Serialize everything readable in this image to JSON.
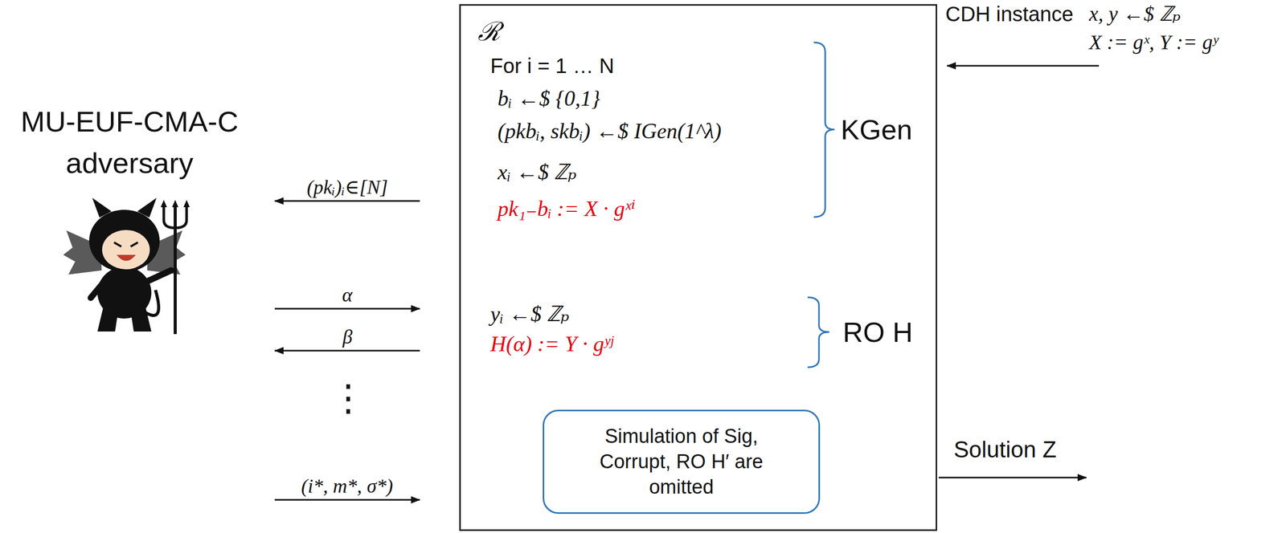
{
  "diagram": {
    "nodes": [
      {
        "text": [
          "MU-EUF-CMA-C adversary"
        ]
      },
      {
        "text": [
          "ℛ",
          "For i = 1 … N",
          "bᵢ ←$ {0,1}",
          "(pkbᵢ, skbᵢ) ←$ IGen(1^λ)",
          "xᵢ ←$ ℤₚ",
          "pk₁₋bᵢ := X · gˣⁱ",
          "KGen",
          "yᵢ ←$ ℤₚ",
          "H(α) := Y · gʸʲ",
          "RO H"
        ]
      },
      {
        "text": [
          "Simulation of Sig, Corrupt, RO H′ are omitted"
        ],
        "in": 1
      },
      {
        "text": [
          "CDH instance",
          "x, y ←$ ℤₚ",
          "X := gˣ, Y := gʸ"
        ]
      }
    ],
    "edges": [
      {
        "from": 1,
        "to": 0,
        "label": "(pkᵢ)ᵢ∈[N]",
        "arrow": "to"
      },
      {
        "from": 0,
        "to": 1,
        "label": "α",
        "arrow": "to"
      },
      {
        "from": 1,
        "to": 0,
        "label": "β",
        "arrow": "to"
      },
      {
        "from": 0,
        "to": 1,
        "label": "(i*, m*, σ*)",
        "arrow": "to"
      },
      {
        "from": 3,
        "to": 1,
        "arrow": "to"
      }
    ],
    "labels": [
      "Solution Z",
      "⋮"
    ]
  }
}
